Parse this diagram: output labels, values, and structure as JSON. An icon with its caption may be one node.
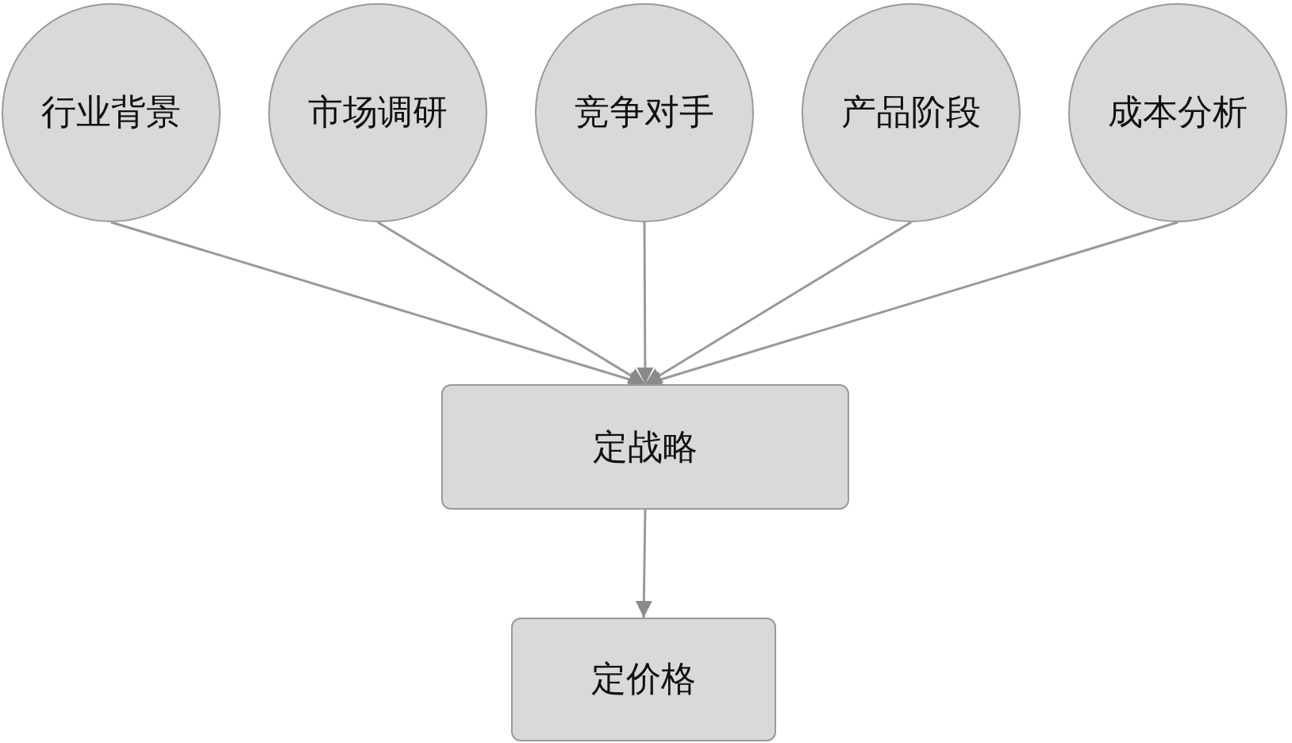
{
  "diagram": {
    "nodes": [
      {
        "text": [
          "行业背景"
        ]
      },
      {
        "text": [
          "市场调研"
        ]
      },
      {
        "text": [
          "竞争对手"
        ]
      },
      {
        "text": [
          "产品阶段"
        ]
      },
      {
        "text": [
          "成本分析"
        ]
      },
      {
        "text": [
          "定战略"
        ]
      },
      {
        "text": [
          "定价格"
        ]
      }
    ],
    "edges": [
      {
        "from": 0,
        "to": 5,
        "arrow": "to"
      },
      {
        "from": 1,
        "to": 5,
        "arrow": "to"
      },
      {
        "from": 2,
        "to": 5,
        "arrow": "to"
      },
      {
        "from": 3,
        "to": 5,
        "arrow": "to"
      },
      {
        "from": 4,
        "to": 5,
        "arrow": "to"
      },
      {
        "from": 5,
        "to": 6,
        "arrow": "to"
      }
    ]
  }
}
